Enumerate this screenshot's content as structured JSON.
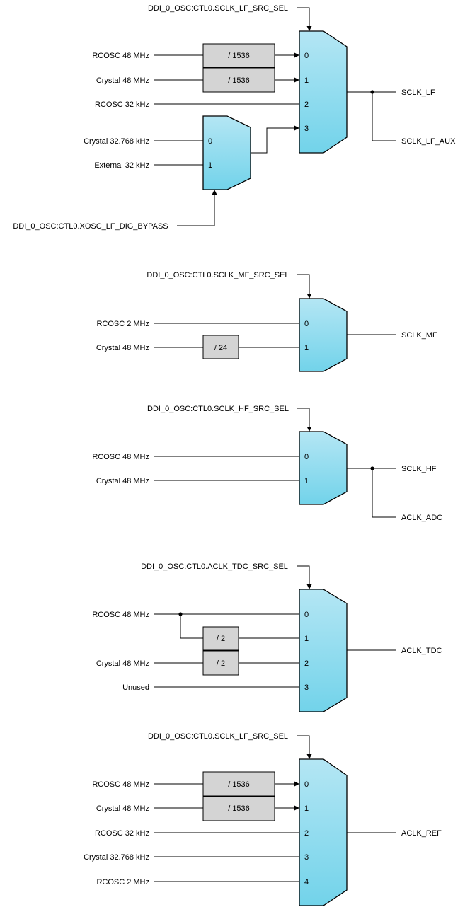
{
  "blocks": [
    {
      "select": "DDI_0_OSC:CTL0.SCLK_LF_SRC_SEL",
      "inputs": [
        "RCOSC 48 MHz",
        "Crystal 48 MHz",
        "RCOSC 32 kHz"
      ],
      "dividers": [
        "/ 1536",
        "/ 1536"
      ],
      "ports": [
        "0",
        "1",
        "2",
        "3"
      ],
      "outputs": [
        "SCLK_LF",
        "SCLK_LF_AUX"
      ],
      "submux": {
        "inputs": [
          "Crystal 32.768 kHz",
          "External 32 kHz"
        ],
        "ports": [
          "0",
          "1"
        ],
        "select": "DDI_0_OSC:CTL0.XOSC_LF_DIG_BYPASS"
      }
    },
    {
      "select": "DDI_0_OSC:CTL0.SCLK_MF_SRC_SEL",
      "inputs": [
        "RCOSC 2 MHz",
        "Crystal 48 MHz"
      ],
      "dividers": [
        "/ 24"
      ],
      "ports": [
        "0",
        "1"
      ],
      "outputs": [
        "SCLK_MF"
      ]
    },
    {
      "select": "DDI_0_OSC:CTL0.SCLK_HF_SRC_SEL",
      "inputs": [
        "RCOSC 48 MHz",
        "Crystal 48 MHz"
      ],
      "ports": [
        "0",
        "1"
      ],
      "outputs": [
        "SCLK_HF",
        "ACLK_ADC"
      ]
    },
    {
      "select": "DDI_0_OSC:CTL0.ACLK_TDC_SRC_SEL",
      "inputs": [
        "RCOSC 48 MHz",
        "Crystal 48 MHz",
        "Unused"
      ],
      "dividers": [
        "/ 2",
        "/ 2"
      ],
      "ports": [
        "0",
        "1",
        "2",
        "3"
      ],
      "outputs": [
        "ACLK_TDC"
      ]
    },
    {
      "select": "DDI_0_OSC:CTL0.SCLK_LF_SRC_SEL",
      "inputs": [
        "RCOSC 48 MHz",
        "Crystal 48 MHz",
        "RCOSC 32 kHz",
        "Crystal 32.768 kHz",
        "RCOSC 2 MHz"
      ],
      "dividers": [
        "/ 1536",
        "/ 1536"
      ],
      "ports": [
        "0",
        "1",
        "2",
        "3",
        "4"
      ],
      "outputs": [
        "ACLK_REF"
      ]
    }
  ],
  "colors": {
    "mux_top": "#b4e6f4",
    "mux_bottom": "#72d3ea",
    "divider_fill": "#d4d4d4",
    "line": "#000000"
  }
}
